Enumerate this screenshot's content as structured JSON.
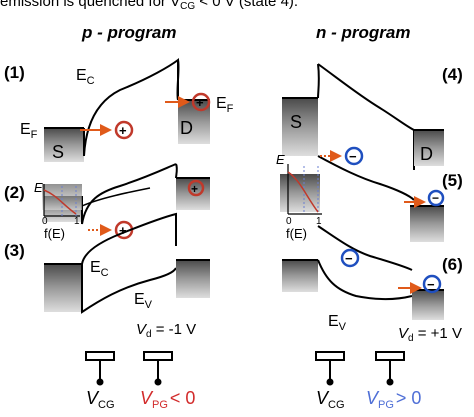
{
  "caption_top": "emission is quenched for V",
  "caption_top_sub": "CG",
  "caption_top_tail": " < 0 V (state 4).",
  "left_panel": {
    "title": "p - program",
    "states": [
      "(1)",
      "(2)",
      "(3)"
    ],
    "band_labels": {
      "ec": "E",
      "ec_sub": "C",
      "ef": "E",
      "ef_sub": "F",
      "ef_right": "E",
      "ef_right_sub": "F",
      "ev": "E",
      "ev_sub": "V",
      "ec3": "E",
      "ec3_sub": "C"
    },
    "source_label": "S",
    "drain_label": "D",
    "carrier_symbol": "+",
    "inset": {
      "y_label": "E",
      "x_label": "f(E)",
      "tick_0": "0",
      "tick_1": "1"
    },
    "vd": {
      "prefix": "V",
      "sub": "d",
      "value": " = -1 V"
    },
    "gates": [
      {
        "label": "V",
        "sub": "CG",
        "suffix": ""
      },
      {
        "label": "V",
        "sub": "PG",
        "suffix": "< 0"
      }
    ]
  },
  "right_panel": {
    "title": "n - program",
    "states": [
      "(4)",
      "(5)",
      "(6)"
    ],
    "source_label": "S",
    "drain_label": "D",
    "carrier_symbol": "−",
    "band_labels": {
      "ev": "E",
      "ev_sub": "V"
    },
    "inset": {
      "y_label": "E",
      "x_label": "f(E)",
      "tick_0": "0",
      "tick_1": "1"
    },
    "vd": {
      "prefix": "V",
      "sub": "d",
      "value": " = +1 V"
    },
    "gates": [
      {
        "label": "V",
        "sub": "CG",
        "suffix": ""
      },
      {
        "label": "V",
        "sub": "PG",
        "suffix": "> 0"
      }
    ]
  },
  "colors": {
    "hole": "#c0392b",
    "electron": "#1f4fbf",
    "arrow": "#e05a1a",
    "metal_dark": "#555555",
    "metal_light": "#c9c9c9",
    "pg_text_left": "#d22b2b",
    "pg_text_right": "#4f6fd6"
  }
}
